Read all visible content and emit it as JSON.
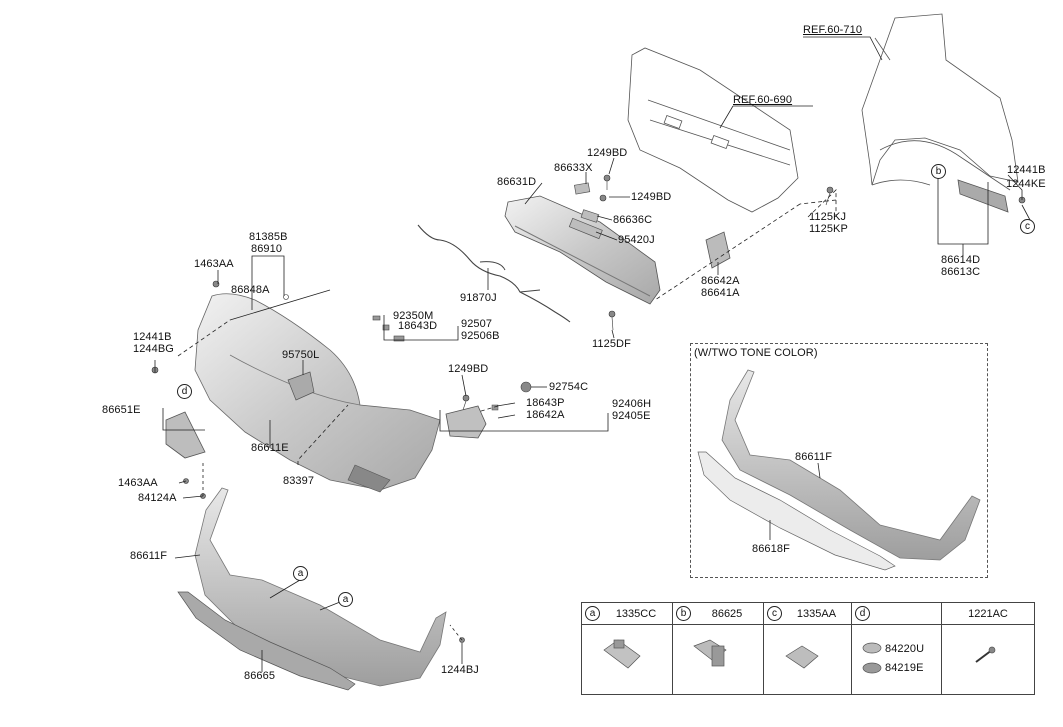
{
  "refs": {
    "ref_710": "REF.60-710",
    "ref_690": "REF.60-690"
  },
  "labels": {
    "p1249BD_a": "1249BD",
    "p86633X": "86633X",
    "p86631D": "86631D",
    "p1249BD_b": "1249BD",
    "p86636C": "86636C",
    "p95420J": "95420J",
    "p1125KJ": "1125KJ",
    "p1125KP": "1125KP",
    "p86642A": "86642A",
    "p86641A": "86641A",
    "p1125DF": "1125DF",
    "p12441B_r": "12441B",
    "p1244KE": "1244KE",
    "p86614D": "86614D",
    "p86613C": "86613C",
    "p81385B": "81385B",
    "p86910": "86910",
    "p1463AA_a": "1463AA",
    "p86848A": "86848A",
    "p12441B_l": "12441B",
    "p1244BG": "1244BG",
    "p91870J": "91870J",
    "p92350M": "92350M",
    "p18643D": "18643D",
    "p92507": "92507",
    "p92506B": "92506B",
    "p95750L": "95750L",
    "p86651E": "86651E",
    "p86611E": "86611E",
    "p1463AA_b": "1463AA",
    "p84124A": "84124A",
    "p83397": "83397",
    "p1249BD_c": "1249BD",
    "p92754C": "92754C",
    "p18643P": "18643P",
    "p18642A": "18642A",
    "p92406H": "92406H",
    "p92405E": "92405E",
    "p86611F": "86611F",
    "p86665": "86665",
    "p1244BJ": "1244BJ",
    "tone_title": "(W/TWO TONE COLOR)",
    "tone_86611F": "86611F",
    "tone_86618F": "86618F"
  },
  "callouts": {
    "a": "a",
    "b": "b",
    "c": "c",
    "d": "d"
  },
  "legend": {
    "cols": [
      {
        "key": "a",
        "code": "1335CC"
      },
      {
        "key": "b",
        "code": "86625"
      },
      {
        "key": "c",
        "code": "1335AA"
      },
      {
        "key": "d",
        "code": "",
        "parts": [
          "84220U",
          "84219E"
        ]
      },
      {
        "key": "",
        "code": "1221AC"
      }
    ]
  },
  "colors": {
    "part_fill": "#cfcfcf",
    "part_dark": "#9a9a9a",
    "line": "#222222",
    "bumper": "#c8c8c8"
  }
}
